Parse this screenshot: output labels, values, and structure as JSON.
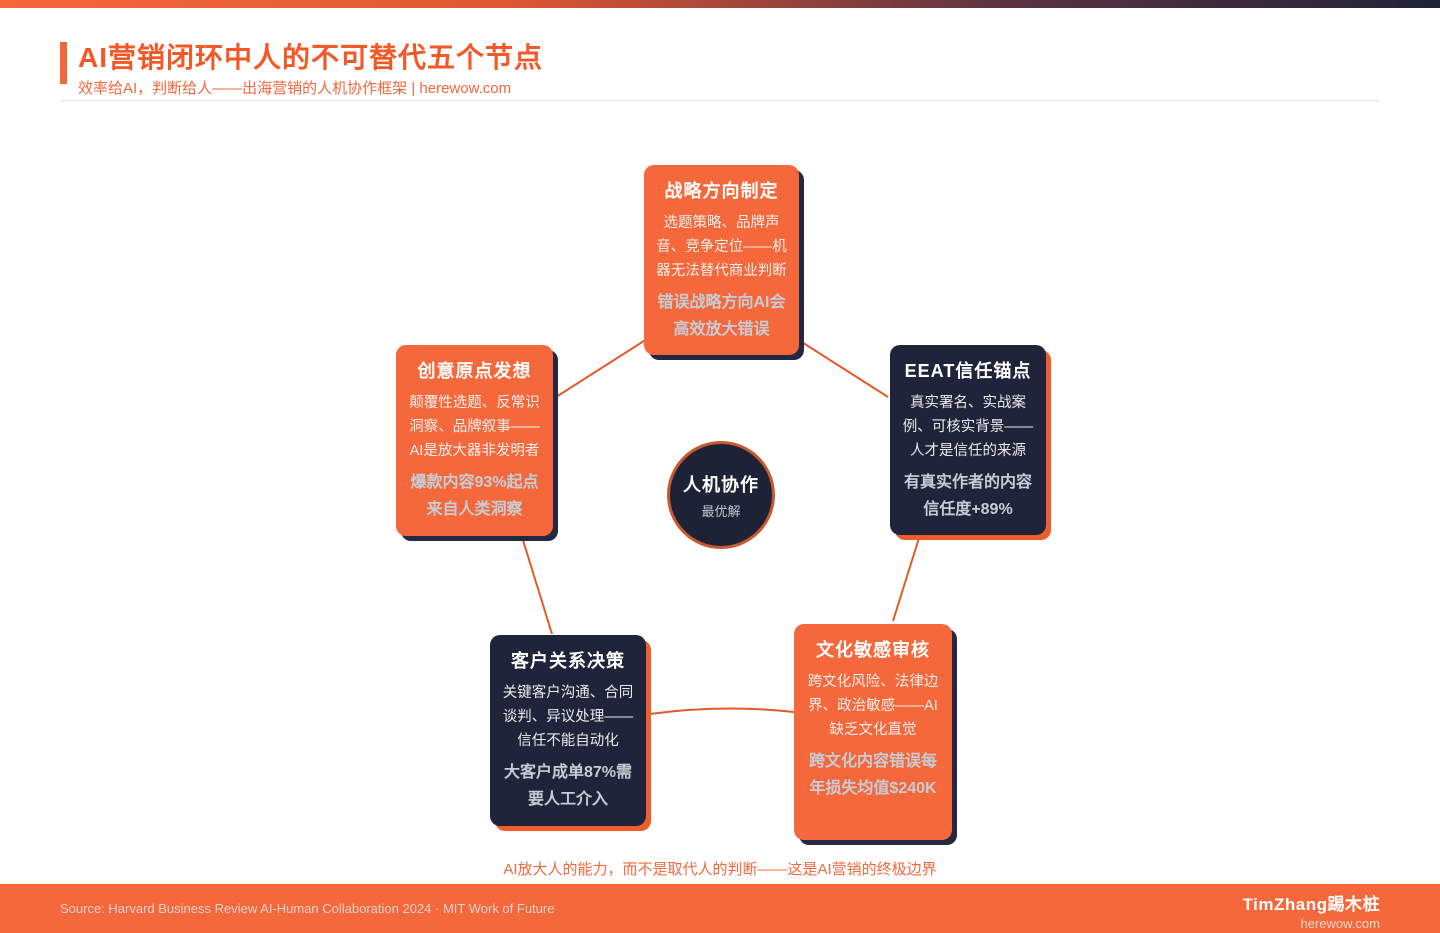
{
  "colors": {
    "accent_orange": "#f4683c",
    "dark_navy": "#20243a",
    "line_orange": "#e25a27",
    "circle_border": "#c65a2e"
  },
  "header": {
    "title": "AI营销闭环中人的不可替代五个节点",
    "subtitle": "效率给AI，判断给人——出海营销的人机协作框架 | herewow.com"
  },
  "center": {
    "title": "人机协作",
    "subtitle": "最优解"
  },
  "nodes": [
    {
      "id": "strategy",
      "theme": "orange",
      "title": "战略方向制定",
      "body": "选题策略、品牌声音、竞争定位——机器无法替代商业判断",
      "highlight": "错误战略方向AI会高效放大错误"
    },
    {
      "id": "creative",
      "theme": "orange",
      "title": "创意原点发想",
      "body": "颠覆性选题、反常识洞察、品牌叙事——AI是放大器非发明者",
      "highlight": "爆款内容93%起点来自人类洞察"
    },
    {
      "id": "eeat",
      "theme": "dark",
      "title": "EEAT信任锚点",
      "body": "真实署名、实战案例、可核实背景——人才是信任的来源",
      "highlight": "有真实作者的内容信任度+89%"
    },
    {
      "id": "customer",
      "theme": "dark",
      "title": "客户关系决策",
      "body": "关键客户沟通、合同谈判、异议处理——信任不能自动化",
      "highlight": "大客户成单87%需要人工介入"
    },
    {
      "id": "culture",
      "theme": "orange",
      "title": "文化敏感审核",
      "body": "跨文化风险、法律边界、政治敏感——AI缺乏文化直觉",
      "highlight": "跨文化内容错误每年损失均值$240K"
    }
  ],
  "footnote": "AI放大人的能力，而不是取代人的判断——这是AI营销的终极边界",
  "footer": {
    "source": "Source: Harvard Business Review AI-Human Collaboration 2024 · MIT Work of Future",
    "brand": "TimZhang踢木桩",
    "site": "herewow.com"
  }
}
